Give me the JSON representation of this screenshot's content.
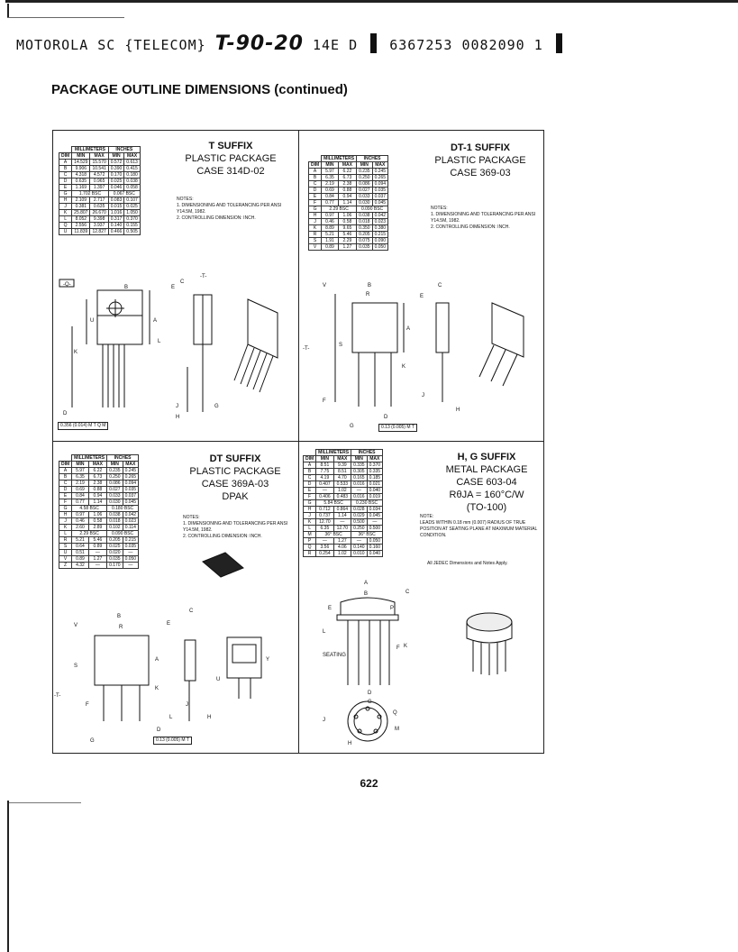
{
  "header": {
    "company": "MOTOROLA SC {TELECOM}",
    "handwritten": "T-90-20",
    "code": "14E D",
    "number": "6367253 0082090 1"
  },
  "section_title": "PACKAGE OUTLINE DIMENSIONS (continued)",
  "page_number": "622",
  "cols": [
    "DIM",
    "MIN",
    "MAX",
    "MIN",
    "MAX"
  ],
  "units": [
    "MILLIMETERS",
    "INCHES"
  ],
  "packages": {
    "t": {
      "suffix": "T SUFFIX",
      "lines": [
        "PLASTIC PACKAGE",
        "CASE 314D-02"
      ],
      "rows": [
        [
          "A",
          "14.529",
          "15.570",
          "0.572",
          "0.613"
        ],
        [
          "B",
          "9.906",
          "10.541",
          "0.390",
          "0.415"
        ],
        [
          "C",
          "4.318",
          "4.572",
          "0.170",
          "0.180"
        ],
        [
          "D",
          "0.635",
          "0.965",
          "0.025",
          "0.038"
        ],
        [
          "E",
          "1.169",
          "1.397",
          "0.046",
          "0.058"
        ],
        [
          "G",
          "1.702 BSC",
          "",
          "0.067 BSC",
          ""
        ],
        [
          "H",
          "2.109",
          "2.717",
          "0.083",
          "0.107"
        ],
        [
          "J",
          "0.381",
          "0.635",
          "0.015",
          "0.025"
        ],
        [
          "K",
          "25.807",
          "26.670",
          "1.016",
          "1.050"
        ],
        [
          "L",
          "8.052",
          "9.398",
          "0.317",
          "0.370"
        ],
        [
          "Q",
          "2.556",
          "3.937",
          "0.140",
          "0.155"
        ],
        [
          "U",
          "11.839",
          "12.827",
          "0.466",
          "0.505"
        ]
      ],
      "notes": [
        "NOTES:",
        "1. DIMENSIONING AND TOLERANCING PER ANSI Y14.5M, 1982.",
        "2. CONTROLLING DIMENSION: INCH."
      ],
      "tolerance": "0.356 (0.014) M T Q M"
    },
    "dt1": {
      "suffix": "DT-1 SUFFIX",
      "lines": [
        "PLASTIC PACKAGE",
        "CASE 369-03"
      ],
      "rows": [
        [
          "A",
          "5.97",
          "6.22",
          "0.235",
          "0.245"
        ],
        [
          "B",
          "6.35",
          "6.73",
          "0.250",
          "0.265"
        ],
        [
          "C",
          "2.19",
          "2.38",
          "0.086",
          "0.094"
        ],
        [
          "D",
          "0.69",
          "0.88",
          "0.027",
          "0.035"
        ],
        [
          "E",
          "0.84",
          "0.94",
          "0.033",
          "0.037"
        ],
        [
          "F",
          "0.77",
          "1.14",
          "0.030",
          "0.045"
        ],
        [
          "G",
          "2.29 BSC",
          "",
          "0.090 BSC",
          ""
        ],
        [
          "H",
          "0.97",
          "1.06",
          "0.038",
          "0.042"
        ],
        [
          "J",
          "0.46",
          "0.58",
          "0.018",
          "0.023"
        ],
        [
          "K",
          "8.89",
          "9.65",
          "0.350",
          "0.380"
        ],
        [
          "R",
          "5.21",
          "5.46",
          "0.205",
          "0.215"
        ],
        [
          "S",
          "1.91",
          "2.29",
          "0.075",
          "0.090"
        ],
        [
          "V",
          "0.89",
          "1.27",
          "0.035",
          "0.050"
        ]
      ],
      "notes": [
        "NOTES:",
        "1. DIMENSIONING AND TOLERANCING PER ANSI Y14.5M, 1982.",
        "2. CONTROLLING DIMENSION: INCH."
      ],
      "tolerance": "0.13 (0.005) M T"
    },
    "dt": {
      "suffix": "DT SUFFIX",
      "lines": [
        "PLASTIC PACKAGE",
        "CASE 369A-03",
        "DPAK"
      ],
      "rows": [
        [
          "A",
          "5.97",
          "6.22",
          "0.235",
          "0.245"
        ],
        [
          "B",
          "6.35",
          "6.73",
          "0.250",
          "0.265"
        ],
        [
          "C",
          "2.19",
          "2.38",
          "0.086",
          "0.094"
        ],
        [
          "D",
          "0.69",
          "0.88",
          "0.027",
          "0.035"
        ],
        [
          "E",
          "0.84",
          "0.94",
          "0.033",
          "0.037"
        ],
        [
          "F",
          "0.77",
          "1.14",
          "0.030",
          "0.045"
        ],
        [
          "G",
          "4.58 BSC",
          "",
          "0.180 BSC",
          ""
        ],
        [
          "H",
          "0.97",
          "1.06",
          "0.038",
          "0.042"
        ],
        [
          "J",
          "0.46",
          "0.58",
          "0.018",
          "0.023"
        ],
        [
          "K",
          "2.60",
          "2.89",
          "0.102",
          "0.114"
        ],
        [
          "L",
          "2.29 BSC",
          "",
          "0.090 BSC",
          ""
        ],
        [
          "R",
          "5.21",
          "5.46",
          "0.205",
          "0.215"
        ],
        [
          "S",
          "0.64",
          "0.89",
          "0.025",
          "0.035"
        ],
        [
          "U",
          "0.51",
          "—",
          "0.020",
          "—"
        ],
        [
          "V",
          "0.89",
          "1.27",
          "0.035",
          "0.050"
        ],
        [
          "Z",
          "4.32",
          "—",
          "0.170",
          "—"
        ]
      ],
      "notes": [
        "NOTES:",
        "1. DIMENSIONING AND TOLERANCING PER ANSI Y14.5M, 1982.",
        "2. CONTROLLING DIMENSION: INCH."
      ],
      "tolerance": "0.13 (0.005) M T"
    },
    "hg": {
      "suffix": "H, G SUFFIX",
      "lines": [
        "METAL PACKAGE",
        "CASE 603-04",
        "RθJA = 160°C/W",
        "(TO-100)"
      ],
      "rows": [
        [
          "A",
          "8.51",
          "9.39",
          "0.335",
          "0.370"
        ],
        [
          "B",
          "7.75",
          "8.51",
          "0.305",
          "0.335"
        ],
        [
          "C",
          "4.19",
          "4.70",
          "0.165",
          "0.185"
        ],
        [
          "D",
          "0.407",
          "0.533",
          "0.016",
          "0.021"
        ],
        [
          "E",
          "—",
          "1.02",
          "—",
          "0.040"
        ],
        [
          "F",
          "0.406",
          "0.483",
          "0.016",
          "0.019"
        ],
        [
          "G",
          "5.84 BSC",
          "",
          "0.230 BSC",
          ""
        ],
        [
          "H",
          "0.712",
          "0.864",
          "0.028",
          "0.034"
        ],
        [
          "J",
          "0.737",
          "1.14",
          "0.029",
          "0.045"
        ],
        [
          "K",
          "12.70",
          "—",
          "0.500",
          "—"
        ],
        [
          "L",
          "6.35",
          "12.70",
          "0.250",
          "0.500"
        ],
        [
          "M",
          "36° BSC",
          "",
          "36° BSC",
          ""
        ],
        [
          "P",
          "—",
          "1.27",
          "—",
          "0.050"
        ],
        [
          "Q",
          "3.56",
          "4.06",
          "0.140",
          "0.160"
        ],
        [
          "R",
          "0.254",
          "1.02",
          "0.010",
          "0.040"
        ]
      ],
      "notes": [
        "NOTE:",
        "LEADS WITHIN 0.18 mm (0.007) RADIUS OF TRUE POSITION AT SEATING PLANE AT MAXIMUM MATERIAL CONDITION."
      ],
      "extra": "All JEDEC Dimensions and Notes Apply."
    }
  }
}
